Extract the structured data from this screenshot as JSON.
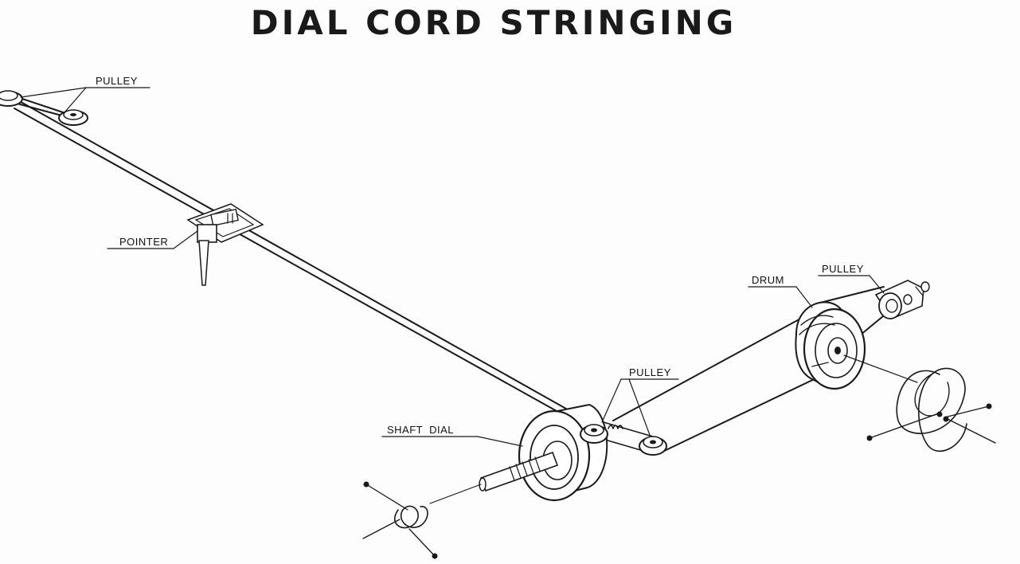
{
  "title": "DIAL CORD STRINGING",
  "labels": {
    "pulley_top_left": "PULLEY",
    "pointer": "POINTER",
    "drum": "DRUM",
    "pulley_right": "PULLEY",
    "pulley_center": "PULLEY",
    "shaft_dial": "SHAFT  DIAL"
  }
}
